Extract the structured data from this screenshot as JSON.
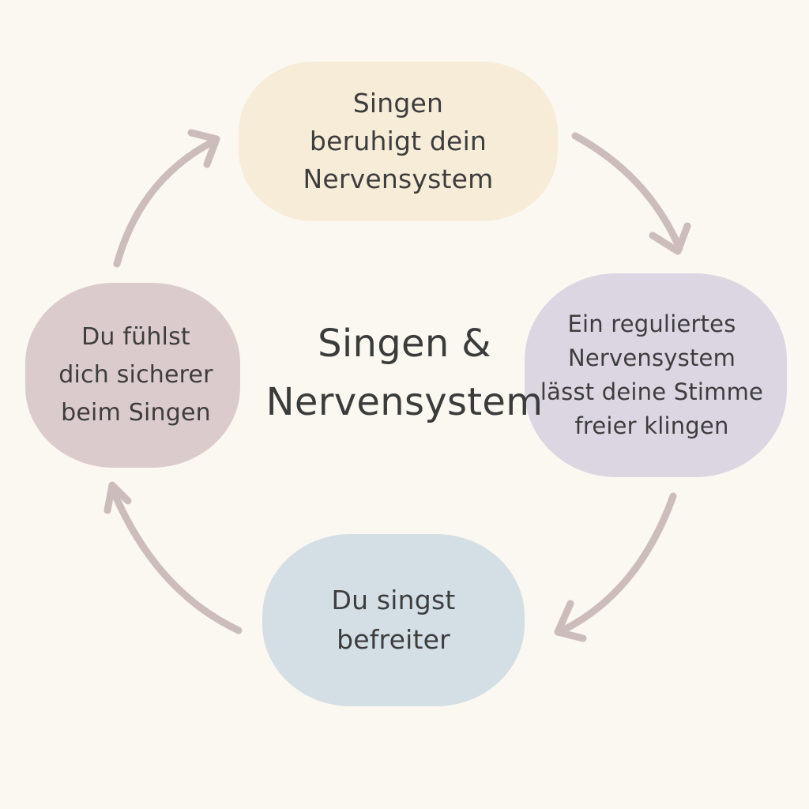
{
  "diagram": {
    "center_title": "Singen &\nNervensystem",
    "nodes": [
      {
        "id": "top",
        "text": "Singen\nberuhigt dein\nNervensystem",
        "color": "#f6ecd8"
      },
      {
        "id": "right",
        "text": "Ein reguliertes\nNervensystem\nlässt deine Stimme\nfreier klingen",
        "color": "#dcd6e2"
      },
      {
        "id": "bottom",
        "text": "Du singst\nbefreiter",
        "color": "#d3dfe5"
      },
      {
        "id": "left",
        "text": "Du fühlst\ndich sicherer\nbeim Singen",
        "color": "#dccbcd"
      }
    ],
    "arrow_color": "#cdbcbc",
    "background_color": "#fbf7f1"
  }
}
